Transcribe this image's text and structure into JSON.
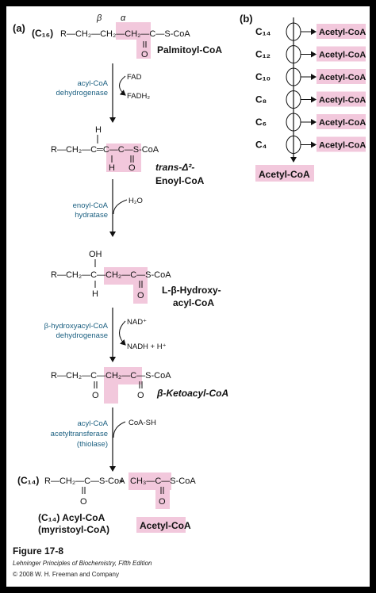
{
  "figure": {
    "panel_a_label": "(a)",
    "panel_b_label": "(b)",
    "caption_title": "Figure 17-8",
    "caption_source": "Lehninger Principles of Biochemistry, Fifth Edition",
    "caption_copyright": "© 2008 W. H. Freeman and Company"
  },
  "panel_a": {
    "beta_label": "β",
    "alpha_label": "α",
    "palmitoyl": {
      "chain_length": "(C₁₆)",
      "formula": "R—CH₂—CH₂—CH₂—C—S-CoA",
      "oxygen": "O",
      "name": "Palmitoyl-CoA"
    },
    "step1": {
      "enzyme_line1": "acyl-CoA",
      "enzyme_line2": "dehydrogenase",
      "cofactor_in": "FAD",
      "cofactor_out": "FADH₂"
    },
    "enoyl": {
      "top_h": "H",
      "formula": "R—CH₂—C═C—C—S-CoA",
      "bottom_h": "H",
      "oxygen": "O",
      "name_line1": "trans-Δ²-",
      "name_line2": "Enoyl-CoA"
    },
    "step2": {
      "enzyme_line1": "enoyl-CoA",
      "enzyme_line2": "hydratase",
      "cofactor_in": "H₂O"
    },
    "hydroxy": {
      "top_oh": "OH",
      "formula": "R—CH₂—C—CH₂—C—S-CoA",
      "bottom_h": "H",
      "oxygen": "O",
      "name_line1": "L-β-Hydroxy-",
      "name_line2": "acyl-CoA"
    },
    "step3": {
      "enzyme_line1": "β-hydroxyacyl-CoA",
      "enzyme_line2": "dehydrogenase",
      "cofactor_in": "NAD⁺",
      "cofactor_out": "NADH + H⁺"
    },
    "keto": {
      "formula": "R—CH₂—C—CH₂—C—S-CoA",
      "oxygen_left": "O",
      "oxygen_right": "O",
      "name": "β-Ketoacyl-CoA"
    },
    "step4": {
      "enzyme_line1": "acyl-CoA",
      "enzyme_line2": "acetyltransferase",
      "enzyme_line3": "(thiolase)",
      "cofactor_in": "CoA-SH"
    },
    "products": {
      "chain_length": "(C₁₄)",
      "acyl_formula": "R—CH₂—C—S-CoA",
      "plus": "+",
      "acetyl_formula": "CH₃—C—S-CoA",
      "oxygen_left": "O",
      "oxygen_right": "O",
      "acyl_name_line1": "(C₁₄) Acyl-CoA",
      "acyl_name_line2": "(myristoyl-CoA)",
      "acetyl_name": "Acetyl-CoA"
    }
  },
  "panel_b": {
    "rows": [
      {
        "carbon": "C₁₄",
        "product": "Acetyl-CoA"
      },
      {
        "carbon": "C₁₂",
        "product": "Acetyl-CoA"
      },
      {
        "carbon": "C₁₀",
        "product": "Acetyl-CoA"
      },
      {
        "carbon": "C₈",
        "product": "Acetyl-CoA"
      },
      {
        "carbon": "C₆",
        "product": "Acetyl-CoA"
      },
      {
        "carbon": "C₄",
        "product": "Acetyl-CoA"
      }
    ],
    "final_product": "Acetyl-CoA"
  },
  "colors": {
    "highlight": "#f2c8dc",
    "enzyme_text": "#1a5f80",
    "frame": "#000000"
  }
}
